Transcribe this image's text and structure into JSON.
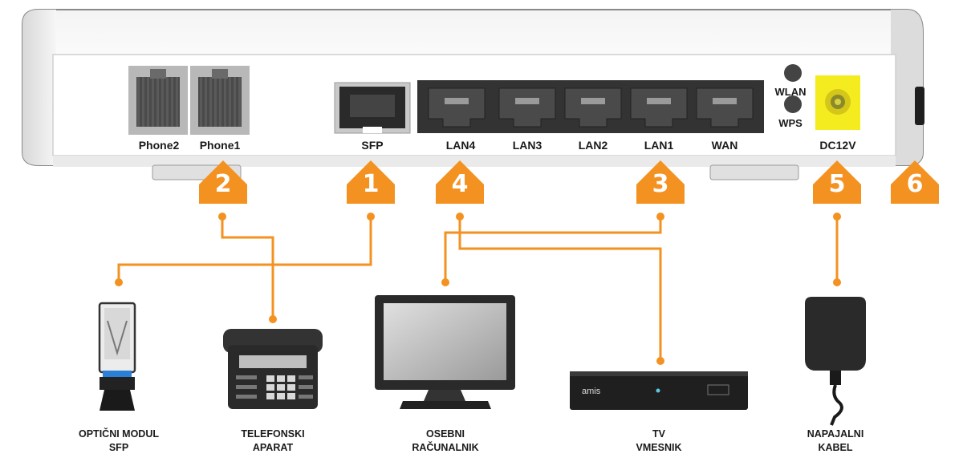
{
  "ports": {
    "phone2": "Phone2",
    "phone1": "Phone1",
    "sfp": "SFP",
    "lan4": "LAN4",
    "lan3": "LAN3",
    "lan2": "LAN2",
    "lan1": "LAN1",
    "wan": "WAN",
    "wlan": "WLAN",
    "wps": "WPS",
    "dc": "DC12V"
  },
  "badges": [
    "2",
    "1",
    "4",
    "3",
    "5",
    "6"
  ],
  "devices": {
    "sfp_module": [
      "OPTIČNI MODUL",
      "SFP"
    ],
    "phone": [
      "TELEFONSKI",
      "APARAT"
    ],
    "computer": [
      "OSEBNI",
      "RAČUNALNIK"
    ],
    "tv_box": [
      "TV",
      "VMESNIK"
    ],
    "power": [
      "NAPAJALNI",
      "KABEL"
    ]
  },
  "tv_box_brand": "amis",
  "colors": {
    "accent": "#F39221",
    "dc_jack": "#F5EC1F",
    "port_panel": "#333333",
    "device_dark": "#222222"
  }
}
